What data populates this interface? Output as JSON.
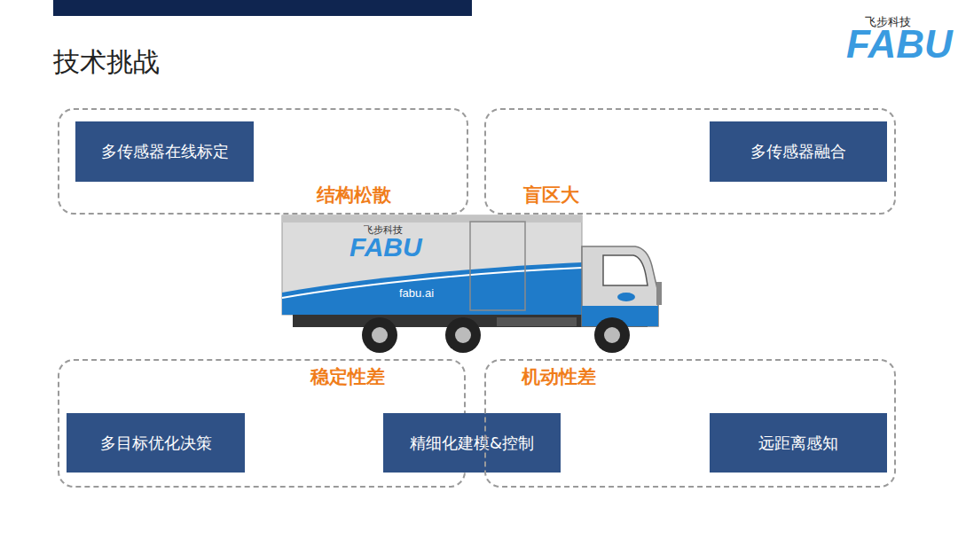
{
  "diagram": {
    "title": "技术挑战",
    "nodes": [
      {
        "text": [
          "结构松散"
        ]
      },
      {
        "text": [
          "多传感器在线标定"
        ],
        "in": 0
      },
      {
        "text": [
          "盲区大"
        ]
      },
      {
        "text": [
          "多传感器融合"
        ],
        "in": 2
      },
      {
        "text": [
          "稳定性差"
        ]
      },
      {
        "text": [
          "多目标优化决策"
        ],
        "in": 4
      },
      {
        "text": [
          "精细化建模&控制"
        ]
      },
      {
        "text": [
          "机动性差"
        ]
      },
      {
        "text": [
          "远距离感知"
        ],
        "in": 7
      }
    ],
    "labels": [
      "飞步科技",
      "FABU",
      "飞步科技",
      "FABU",
      "fabu.ai"
    ]
  }
}
